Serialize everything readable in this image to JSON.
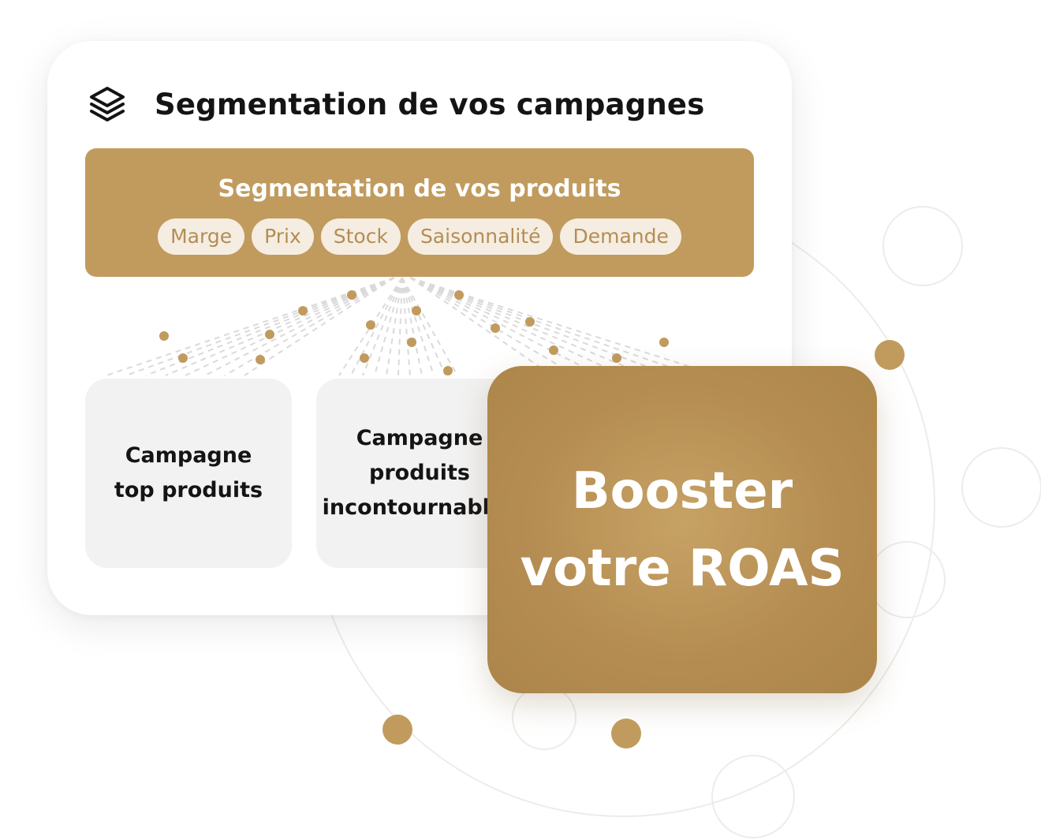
{
  "card": {
    "title": "Segmentation de vos campagnes",
    "header_icon": "layers-icon"
  },
  "product_segmentation": {
    "title": "Segmentation de vos produits",
    "chips": [
      "Marge",
      "Prix",
      "Stock",
      "Saisonnalité",
      "Demande"
    ]
  },
  "campaigns": [
    {
      "label": "Campagne\ntop produits"
    },
    {
      "label": "Campagne\nproduits\nincontournables"
    }
  ],
  "booster": {
    "label": "Booster\nvotre ROAS"
  },
  "colors": {
    "gold": "#c19b5e",
    "chip_bg": "#f5ede1",
    "chip_text": "#b48d55",
    "booster_gold": "#b58d52",
    "campaign_bg": "#f2f2f2",
    "title_text": "#141414"
  }
}
